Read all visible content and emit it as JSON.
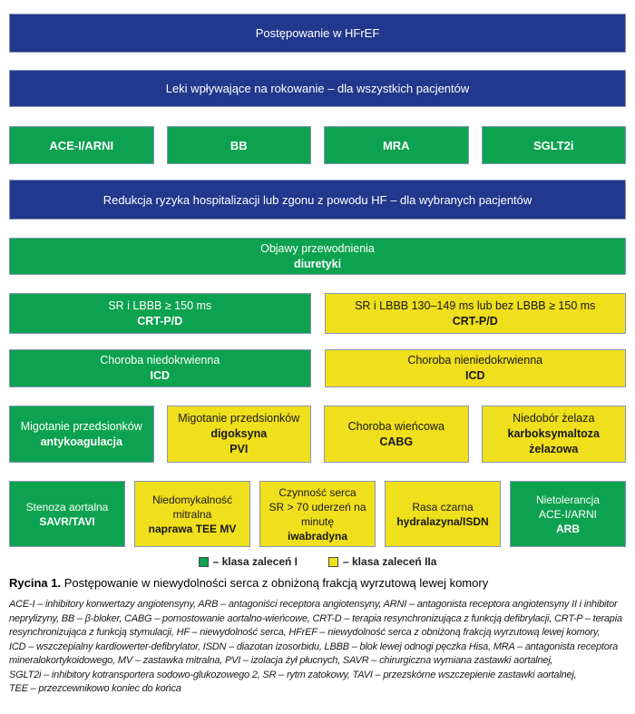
{
  "colors": {
    "blue": "#21388C",
    "green": "#0DA24F",
    "yellow": "#F0DF1C"
  },
  "headers": {
    "main": "Postępowanie w HFrEF",
    "all_patients": "Leki wpływające na rokowanie – dla wszystkich pacjentów",
    "selected_patients": "Redukcja ryzyka hospitalizacji lub zgonu z powodu HF – dla wybranych pacjentów"
  },
  "drugs": [
    "ACE-I/ARNI",
    "BB",
    "MRA",
    "SGLT2i"
  ],
  "boxes": {
    "diuretics": [
      "Objawy przewodnienia",
      "diuretyki"
    ],
    "crt_class_i": [
      "SR i LBBB ≥ 150 ms",
      "CRT-P/D"
    ],
    "crt_class_iia": [
      "SR i LBBB 130–149 ms lub bez LBBB ≥ 150 ms",
      "CRT-P/D"
    ],
    "icd_ischemic": [
      "Choroba niedokrwienna",
      "ICD"
    ],
    "icd_nonischemic": [
      "Choroba nieniedokrwienna",
      "ICD"
    ],
    "af_anticoagulation": [
      "Migotanie przedsionków",
      "antykoagulacja"
    ],
    "af_digoxin_pvi": [
      "Migotanie przedsionków",
      "digoksyna",
      "PVI"
    ],
    "cad_cabg": [
      "Choroba wieńcowa",
      "CABG"
    ],
    "iron_deficiency": [
      "Niedobór żelaza",
      "karboksymaltoza",
      "żelazowa"
    ],
    "aortic_stenosis": [
      "Stenoza aortalna",
      "SAVR/TAVI"
    ],
    "mitral_regurgitation": [
      "Niedomykalność",
      "mitralna",
      "naprawa TEE MV"
    ],
    "heart_rate": [
      "Czynność serca",
      "SR > 70 uderzeń na",
      "minutę",
      "iwabradyna"
    ],
    "black_race": [
      "Rasa czarna",
      "hydralazyna/ISDN"
    ],
    "ace_intolerance": [
      "Nietolerancja",
      "ACE-I/ARNI",
      "ARB"
    ]
  },
  "legend": {
    "class_i": "– klasa zaleceń I",
    "class_iia": "– klasa zaleceń IIa"
  },
  "caption": {
    "label": "Rycina 1.",
    "text": " Postępowanie w niewydolności serca z obniżoną frakcją wyrzutową lewej komory"
  },
  "footnote_lines": [
    "ACE-I – inhibitory konwertazy angiotensyny, ARB – antagoniści receptora angiotensyny, ARNI – antagonista receptora angiotensyny II i inhibitor",
    "neprylizyny, BB – β-bloker, CABG – pomostowanie aortalno-wieńcowe, CRT-D – terapia resynchronizująca z funkcją defibrylacji, CRT-P – terapia",
    "resynchronizująca z funkcją stymulacji, HF – niewydolność serca, HFrEF – niewydolność serca z obniżoną frakcją wyrzutową lewej komory,",
    "ICD – wszczepialny kardiowerter-defibrylator, ISDN – diazotan izosorbidu, LBBB – blok lewej odnogi pęczka Hisa, MRA – antagonista receptora",
    "mineralokortykoidowego, MV – zastawka mitralna, PVI – izolacja żył płucnych, SAVR – chirurgiczna wymiana zastawki aortalnej,",
    "SGLT2i – inhibitory kotransportera sodowo-glukozowego 2, SR – rytm zatokowy, TAVI – przezskórne wszczepienie zastawki aortalnej,",
    "TEE – przezcewnikowo koniec do końca"
  ]
}
